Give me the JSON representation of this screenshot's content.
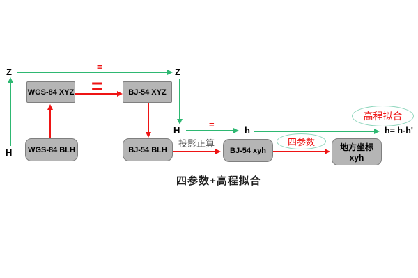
{
  "colors": {
    "green": "#2eb872",
    "red": "#ee1414",
    "box_fill": "#b5b5b5",
    "box_border": "#7f7f7f",
    "ellipse_stroke": "#8fd6bd",
    "muted_text": "#595959"
  },
  "diagram": {
    "axis": {
      "z_left": "Z",
      "z_right": "Z",
      "h_left": "H",
      "h_mid": "H",
      "h_small": "h",
      "h_result": "h= h-h'"
    },
    "equals_top": "=",
    "equals_mid": "=",
    "equals_bold": "=",
    "boxes": {
      "wgs84_xyz": "WGS-84 XYZ",
      "bj54_xyz": "BJ-54 XYZ",
      "wgs84_blh": "WGS-84 BLH",
      "bj54_blh": "BJ-54 BLH",
      "bj54_xyh": "BJ-54 xyh",
      "local_name": "地方坐标",
      "local_sub": "xyh"
    },
    "labels": {
      "projection": "投影正算",
      "four_params": "四参数",
      "height_fitting": "高程拟合"
    },
    "caption": "四参数+高程拟合"
  }
}
